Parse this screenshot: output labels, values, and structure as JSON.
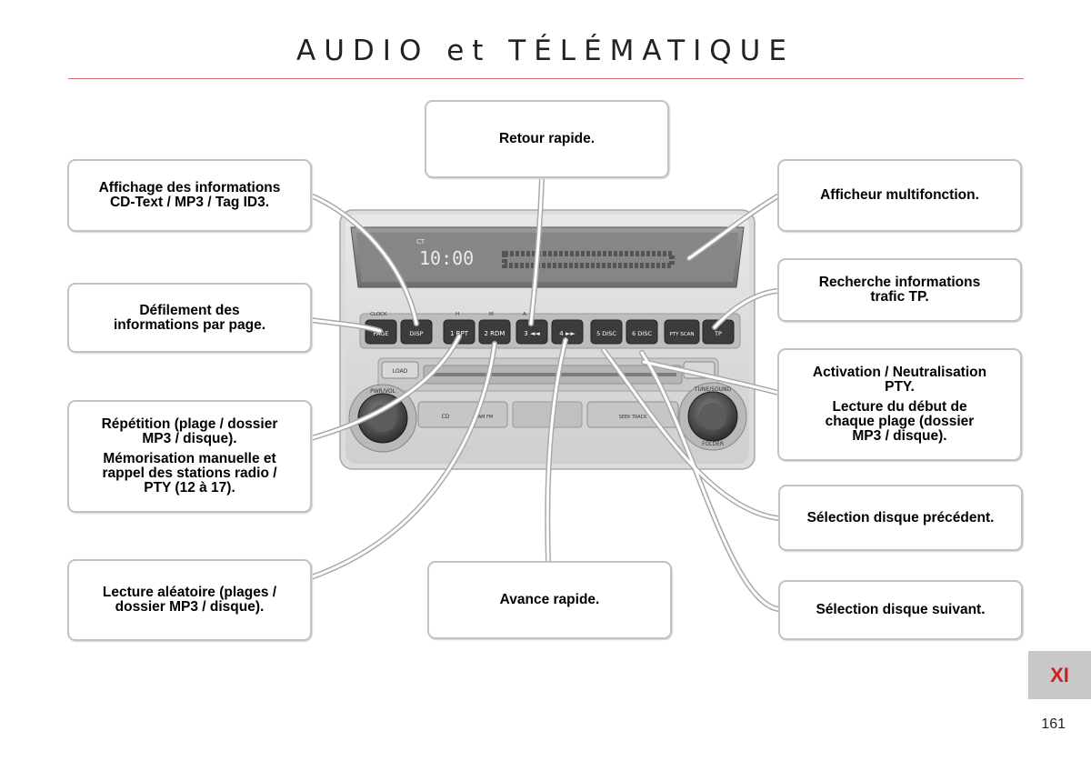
{
  "page": {
    "title": "AUDIO et TÉLÉMATIQUE",
    "section_tab": "XI",
    "page_number": "161"
  },
  "device": {
    "clock": "10:00",
    "display_ct": "CT",
    "labels": {
      "clock": "CLOCK",
      "h": "H",
      "m": "M",
      "a": "A"
    },
    "buttons": [
      "PAGE",
      "DISP",
      "1 RPT",
      "2 RDM",
      "3 ◄◄",
      "4 ►►",
      "5 DISC",
      "6 DISC",
      "PTY SCAN",
      "TP"
    ],
    "load": "LOAD",
    "cd": "CD",
    "am_fm": "AM FM",
    "seek_track": "SEEK TRACK",
    "pwr_vol": "PWR/VOL",
    "tune_sound": "TUNE/SOUND",
    "folder": "FOLDER"
  },
  "callouts": {
    "retour": [
      "Retour rapide."
    ],
    "affichage": [
      "Affichage des informations",
      "CD-Text / MP3 / Tag ID3."
    ],
    "afficheur": [
      "Afficheur multifonction."
    ],
    "defilement": [
      "Défilement des",
      "informations par page."
    ],
    "recherche": [
      "Recherche informations",
      "trafic TP."
    ],
    "activation": [
      "Activation / Neutralisation",
      "PTY."
    ],
    "lecture_debut": [
      "Lecture du début de",
      "chaque plage (dossier",
      "MP3 / disque)."
    ],
    "repetition": [
      "Répétition (plage / dossier",
      "MP3 / disque)."
    ],
    "memorisation": [
      "Mémorisation manuelle et",
      "rappel des stations radio /",
      "PTY (12 à 17)."
    ],
    "precedent": [
      "Sélection disque précédent."
    ],
    "aleatoire": [
      "Lecture aléatoire (plages /",
      "dossier MP3 / disque)."
    ],
    "avance": [
      "Avance rapide."
    ],
    "suivant": [
      "Sélection disque suivant."
    ]
  }
}
